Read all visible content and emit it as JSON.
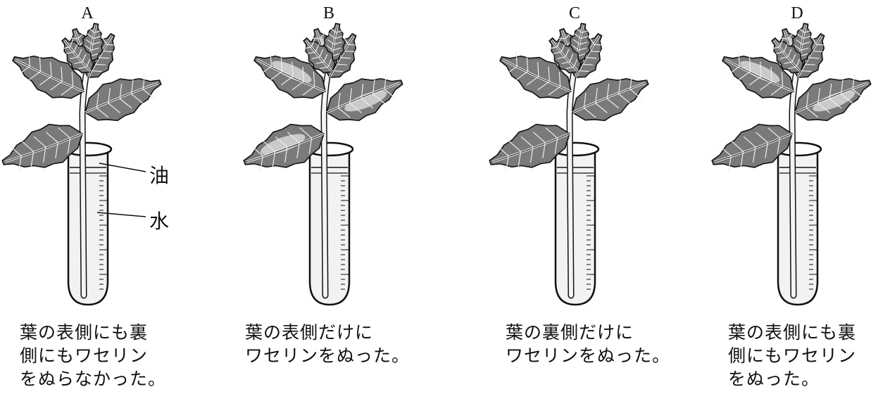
{
  "panels": [
    {
      "letter": "A",
      "caption": [
        "葉の表側にも裏",
        "側にもワセリン",
        "をぬらなかった。"
      ]
    },
    {
      "letter": "B",
      "caption": [
        "葉の表側だけに",
        "ワセリンをぬった。"
      ]
    },
    {
      "letter": "C",
      "caption": [
        "葉の裏側だけに",
        "ワセリンをぬった。"
      ]
    },
    {
      "letter": "D",
      "caption": [
        "葉の表側にも裏",
        "側にもワセリン",
        "をぬった。"
      ]
    }
  ],
  "callouts": {
    "oil": "油",
    "water": "水"
  },
  "colors": {
    "leaf": "#7a7a7a",
    "leaf_light": "#d8d8d8",
    "stroke": "#111111",
    "tube": "#f2f2f2"
  }
}
